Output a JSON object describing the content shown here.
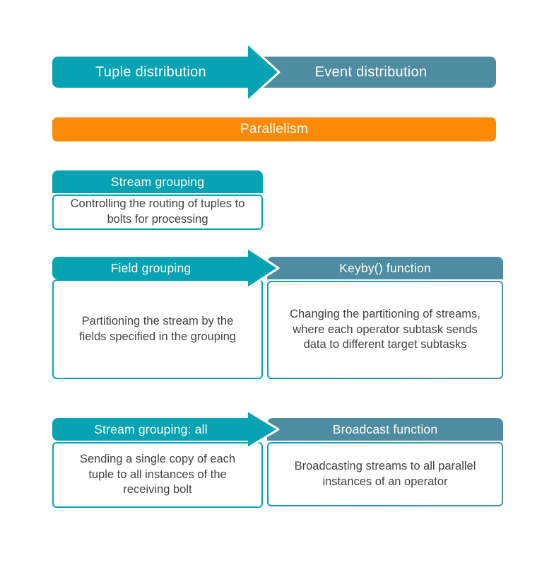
{
  "colors": {
    "teal": "#07A3B2",
    "steel_blue": "#4E8CA1",
    "orange": "#FB8B07",
    "body_text": "#424242"
  },
  "top_flow": {
    "storm_label": "Tuple distribution",
    "flink_label": "Event distribution"
  },
  "parallelism": {
    "label": "Parallelism"
  },
  "rows": [
    {
      "type": "single",
      "left": {
        "header": "Stream grouping",
        "body": "Controlling the routing of tuples to\nbolts for processing"
      }
    },
    {
      "type": "pair",
      "left": {
        "header": "Field grouping",
        "body": "Partitioning the stream by the\nfields specified in the grouping"
      },
      "right": {
        "header": "Keyby() function",
        "body": "Changing the partitioning of streams,\nwhere each operator subtask sends\ndata to different target subtasks"
      }
    },
    {
      "type": "pair",
      "left": {
        "header": "Stream grouping: all",
        "body": "Sending a single copy of each\ntuple to all instances of the\nreceiving bolt"
      },
      "right": {
        "header": "Broadcast function",
        "body": "Broadcasting streams to all parallel\ninstances of an operator"
      }
    }
  ]
}
